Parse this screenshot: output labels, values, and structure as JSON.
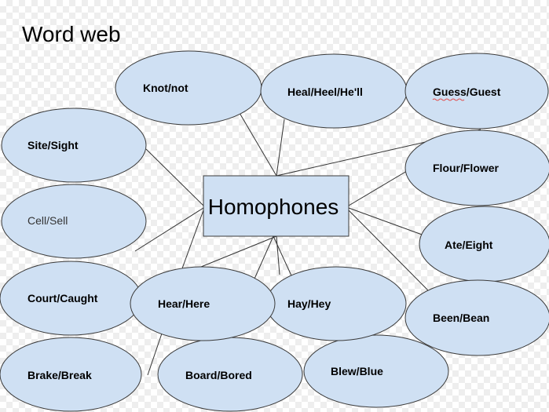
{
  "title": "Word web",
  "center": "Homophones",
  "colors": {
    "bubble_fill": "#cfe0f3",
    "bubble_stroke": "#3a3a3a",
    "line": "#333333",
    "spell_mark": "#e05050"
  },
  "bubbles": [
    {
      "id": "knot-not",
      "label": "Knot/not"
    },
    {
      "id": "heal-heel",
      "label": "Heal/Heel/He'll"
    },
    {
      "id": "guess-guest",
      "label": "Guess/Guest"
    },
    {
      "id": "site-sight",
      "label": "Site/Sight"
    },
    {
      "id": "flour-flower",
      "label": "Flour/Flower"
    },
    {
      "id": "cell-sell",
      "label": "Cell/Sell"
    },
    {
      "id": "ate-eight",
      "label": "Ate/Eight"
    },
    {
      "id": "court-caught",
      "label": "Court/Caught"
    },
    {
      "id": "hear-here",
      "label": "Hear/Here"
    },
    {
      "id": "hay-hey",
      "label": "Hay/Hey"
    },
    {
      "id": "been-bean",
      "label": "Been/Bean"
    },
    {
      "id": "brake-break",
      "label": "Brake/Break"
    },
    {
      "id": "board-bored",
      "label": "Board/Bored"
    },
    {
      "id": "blew-blue",
      "label": "Blew/Blue"
    }
  ]
}
